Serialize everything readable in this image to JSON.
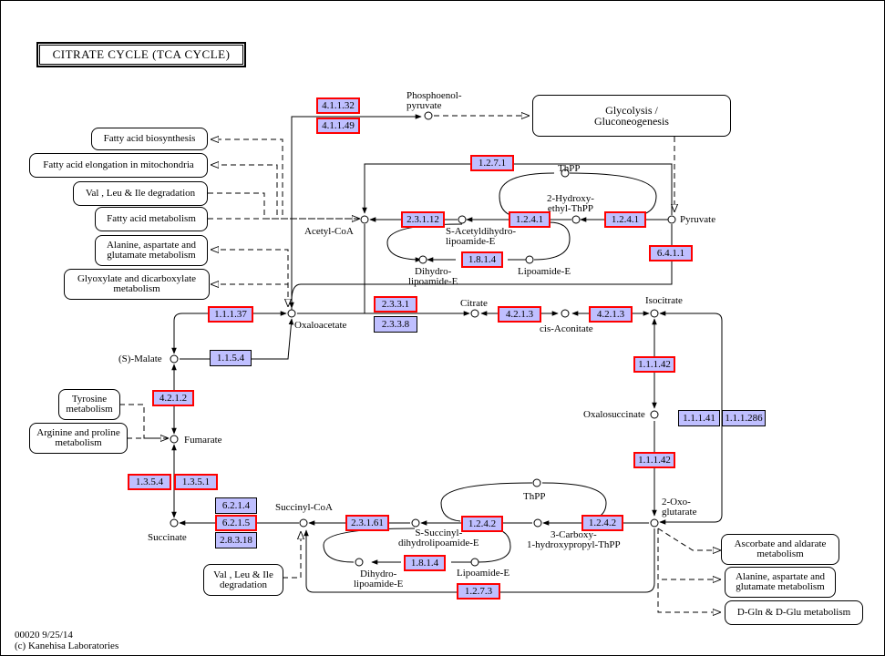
{
  "title": "CITRATE CYCLE (TCA CYCLE)",
  "footer": {
    "id_date": "00020 9/25/14",
    "copyright": "(c) Kanehisa Laboratories"
  },
  "colors": {
    "enzyme_fill": "#bfbfff",
    "highlight_border": "#ff0000",
    "line": "#000000"
  },
  "pathways": {
    "glycolysis": "Glycolysis / Gluconeogenesis",
    "fa_bio": "Fatty acid biosynthesis",
    "fa_elong": "Fatty acid elongation in mitochondria",
    "vli_deg": "Val , Leu & Ile degradation",
    "fa_met": "Fatty acid metabolism",
    "ala_asp_glu": "Alanine, aspartate and glutamate metabolism",
    "glyox": "Glyoxylate and dicarboxylate metabolism",
    "tyrosine": "Tyrosine metabolism",
    "arg_pro": "Arginine and proline metabolism",
    "vli_deg2": "Val , Leu & Ile degradation",
    "ascorbate": "Ascorbate and aldarate metabolism",
    "ala_asp_glu2": "Alanine, aspartate and glutamate metabolism",
    "dgln": "D-Gln & D-Glu metabolism"
  },
  "compounds": {
    "pep": "Phosphoenol-\npyruvate",
    "thpp1": "ThPP",
    "hydroxyethyl": "2-Hydroxy-\nethyl-ThPP",
    "pyruvate": "Pyruvate",
    "acetylcoa": "Acetyl-CoA",
    "s_acetyl": "S-Acetyldihydro-\nlipoamide-E",
    "dihydrolip1": "Dihydro-\nlipoamide-E",
    "lipoamide1": "Lipoamide-E",
    "citrate": "Citrate",
    "isocitrate": "Isocitrate",
    "cis_aconitate": "cis-Aconitate",
    "oxaloacetate": "Oxaloacetate",
    "malate": "(S)-Malate",
    "fumarate": "Fumarate",
    "oxalosuccinate": "Oxalosuccinate",
    "succinate": "Succinate",
    "succinylcoa": "Succinyl-CoA",
    "thpp2": "ThPP",
    "s_succinyl": "S-Succinyl-\ndihydrolipoamide-E",
    "carboxy": "3-Carboxy-\n1-hydroxypropyl-ThPP",
    "oxoglutarate": "2-Oxo-\nglutarate",
    "dihydrolip2": "Dihydro-\nlipoamide-E",
    "lipoamide2": "Lipoamide-E"
  },
  "enzymes": {
    "e4_1_1_32": "4.1.1.32",
    "e4_1_1_49": "4.1.1.49",
    "e1_2_7_1": "1.2.7.1",
    "e2_3_1_12": "2.3.1.12",
    "e1_2_4_1a": "1.2.4.1",
    "e1_2_4_1b": "1.2.4.1",
    "e1_8_1_4a": "1.8.1.4",
    "e6_4_1_1": "6.4.1.1",
    "e2_3_3_1": "2.3.3.1",
    "e2_3_3_8": "2.3.3.8",
    "e4_2_1_3a": "4.2.1.3",
    "e4_2_1_3b": "4.2.1.3",
    "e1_1_1_37": "1.1.1.37",
    "e1_1_5_4": "1.1.5.4",
    "e1_1_1_42a": "1.1.1.42",
    "e1_1_1_41": "1.1.1.41",
    "e1_1_1_286": "1.1.1.286",
    "e4_2_1_2": "4.2.1.2",
    "e1_1_1_42b": "1.1.1.42",
    "e1_3_5_4": "1.3.5.4",
    "e1_3_5_1": "1.3.5.1",
    "e6_2_1_4": "6.2.1.4",
    "e6_2_1_5": "6.2.1.5",
    "e2_8_3_18": "2.8.3.18",
    "e2_3_1_61": "2.3.1.61",
    "e1_2_4_2a": "1.2.4.2",
    "e1_2_4_2b": "1.2.4.2",
    "e1_8_1_4b": "1.8.1.4",
    "e1_2_7_3": "1.2.7.3"
  }
}
